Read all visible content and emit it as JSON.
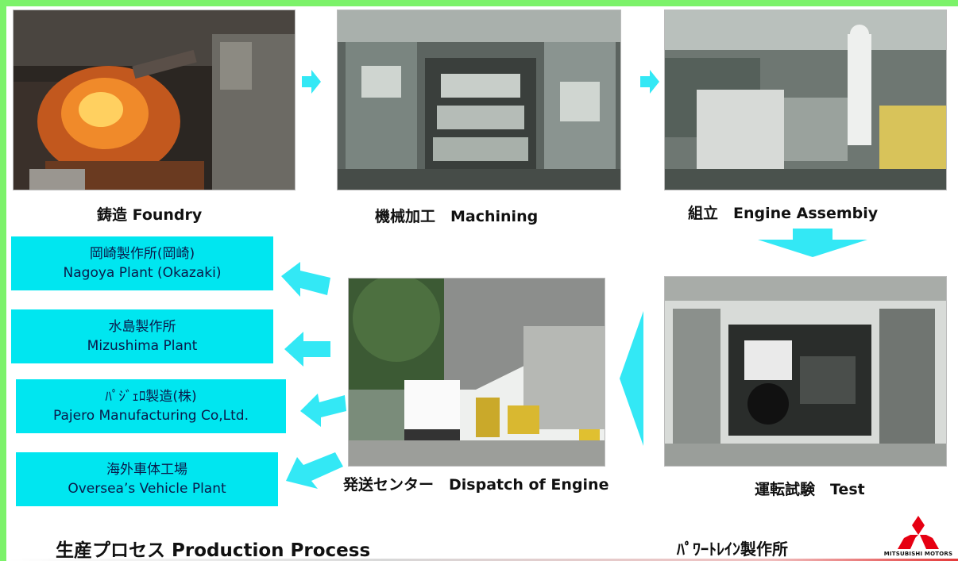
{
  "process_steps": [
    {
      "key": "foundry",
      "label": "鋳造 Foundry"
    },
    {
      "key": "machining",
      "label": "機械加工　Machining"
    },
    {
      "key": "assembly",
      "label": "組立　Engine Assembiy"
    },
    {
      "key": "test",
      "label": "運転試験　Test"
    },
    {
      "key": "dispatch",
      "label": "発送センター　Dispatch of Engine"
    }
  ],
  "destinations": [
    {
      "jp": "岡崎製作所(岡崎)",
      "en": "Nagoya Plant (Okazaki)"
    },
    {
      "jp": "水島製作所",
      "en": "Mizushima Plant"
    },
    {
      "jp": "ﾊﾟｼﾞｪﾛ製造(株)",
      "en": "Pajero Manufacturing Co,Ltd."
    },
    {
      "jp": "海外車体工場",
      "en": "Oversea’s Vehicle  Plant"
    }
  ],
  "footer": {
    "title": "生産プロセス  Production Process",
    "organization": "ﾊﾟﾜｰﾄﾚｲﾝ製作所",
    "logo_text": "MITSUBISHI MOTORS"
  },
  "colors": {
    "frame_green": "#7cf26a",
    "box_cyan": "#00e6f0",
    "arrow_cyan": "#33e8f5",
    "logo_red": "#e60012"
  },
  "icons": {
    "flow_arrow": "cyan-arrow-icon",
    "logo": "mitsubishi-three-diamonds-icon"
  }
}
